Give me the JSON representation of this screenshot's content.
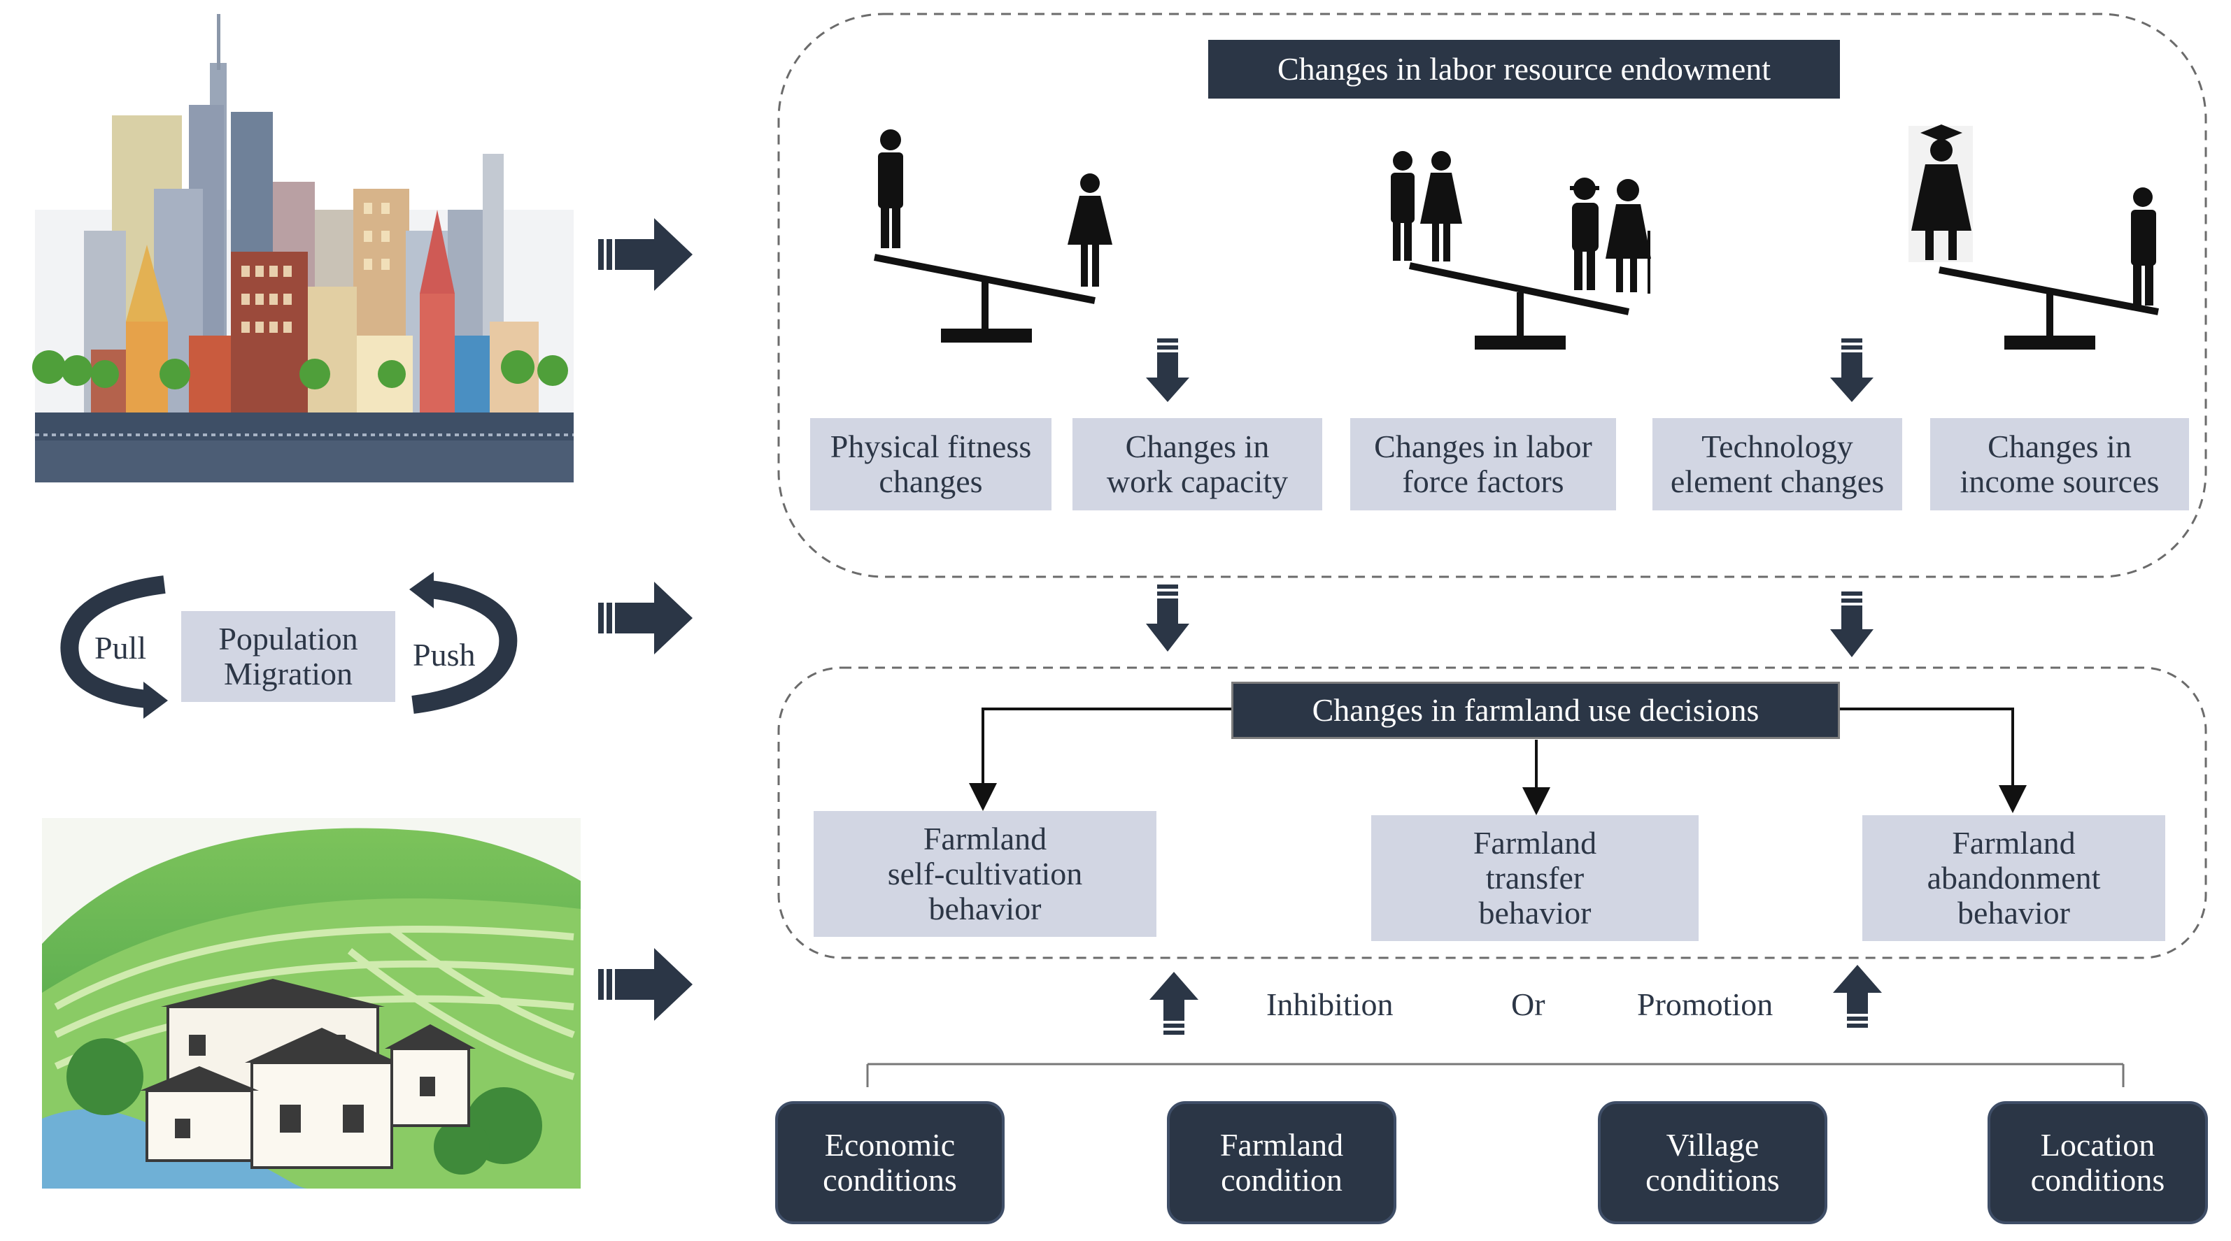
{
  "panel_top": {
    "title": "Changes in labor resource endowment",
    "items": [
      "Physical fitness\nchanges",
      "Changes in\nwork capacity",
      "Changes in labor\nforce factors",
      "Technology\nelement changes",
      "Changes in\nincome sources"
    ]
  },
  "migration": {
    "pull": "Pull",
    "push": "Push",
    "center": "Population\nMigration"
  },
  "panel_bottom": {
    "title": "Changes in farmland use decisions",
    "items": [
      "Farmland\nself-cultivation\nbehavior",
      "Farmland\ntransfer\nbehavior",
      "Farmland\nabandonment\nbehavior"
    ]
  },
  "effects": {
    "inhibition": "Inhibition",
    "or": "Or",
    "promotion": "Promotion"
  },
  "conditions": [
    "Economic\nconditions",
    "Farmland\ncondition",
    "Village\nconditions",
    "Location\nconditions"
  ],
  "colors": {
    "dark_navy": "#2b3646",
    "light_box": "#d2d6e3",
    "dash_border": "#6b6b6b"
  }
}
